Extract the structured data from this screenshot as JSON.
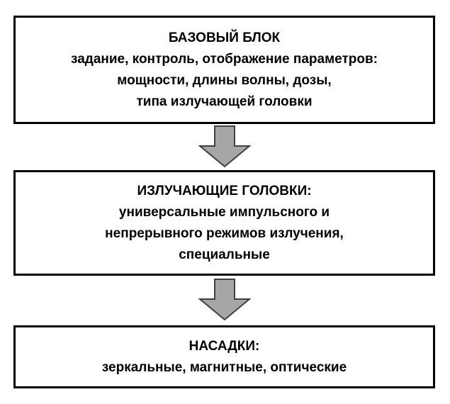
{
  "blocks": {
    "base": {
      "lines": [
        "БАЗОВЫЙ БЛОК",
        "задание, контроль, отображение параметров:",
        "мощности, длины волны, дозы,",
        "типа излучающей головки"
      ]
    },
    "heads": {
      "lines": [
        "ИЗЛУЧАЮЩИЕ ГОЛОВКИ:",
        "универсальные импульсного и",
        "непрерывного режимов излучения,",
        "специальные"
      ]
    },
    "nozzles": {
      "lines": [
        "НАСАДКИ:",
        "зеркальные, магнитные, оптические"
      ]
    }
  },
  "colors": {
    "border": "#000000",
    "arrow_fill": "#a6a6a6",
    "arrow_stroke": "#404040",
    "background": "#ffffff"
  },
  "icons": {
    "arrow": "down-arrow-icon"
  }
}
